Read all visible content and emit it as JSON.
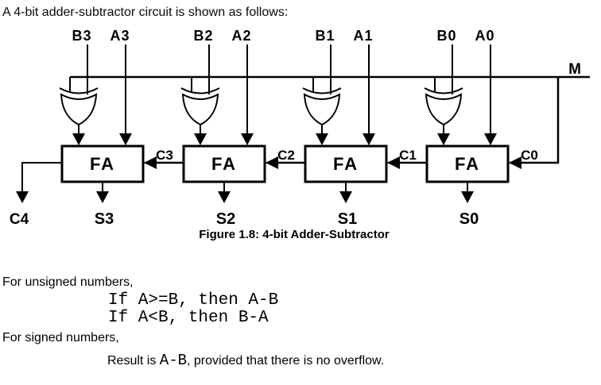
{
  "title": "A 4-bit adder-subtractor circuit is shown as follows:",
  "diagram": {
    "caption": "Figure 1.8: 4-bit Adder-Subtractor",
    "m_label": "M",
    "c4_label": "C4",
    "colors": {
      "line": "#000000",
      "background": "#ffffff"
    },
    "stages": [
      {
        "b": "B3",
        "a": "A3",
        "fa": "FA",
        "carry": "C3",
        "sum": "S3"
      },
      {
        "b": "B2",
        "a": "A2",
        "fa": "FA",
        "carry": "C2",
        "sum": "S2"
      },
      {
        "b": "B1",
        "a": "A1",
        "fa": "FA",
        "carry": "C1",
        "sum": "S1"
      },
      {
        "b": "B0",
        "a": "A0",
        "fa": "FA",
        "carry": "C0",
        "sum": "S0"
      }
    ]
  },
  "notes": {
    "unsigned_heading": "For unsigned numbers,",
    "unsigned_case1": "If A>=B, then A-B",
    "unsigned_case2": "If A<B, then B-A",
    "signed_heading": "For signed numbers,",
    "signed_result_prefix": "Result is ",
    "signed_result_code": "A-B",
    "signed_result_suffix": ", provided that there is no overflow."
  }
}
